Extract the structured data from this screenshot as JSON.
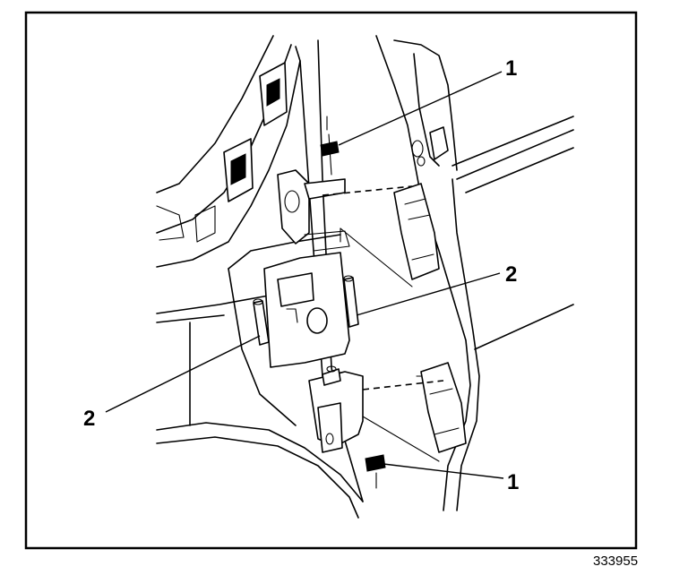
{
  "figure": {
    "callouts": [
      {
        "id": "c1-top",
        "label": "1"
      },
      {
        "id": "c2-right",
        "label": "2"
      },
      {
        "id": "c2-left",
        "label": "2"
      },
      {
        "id": "c1-bottom",
        "label": "1"
      }
    ],
    "figure_number": "333955"
  }
}
